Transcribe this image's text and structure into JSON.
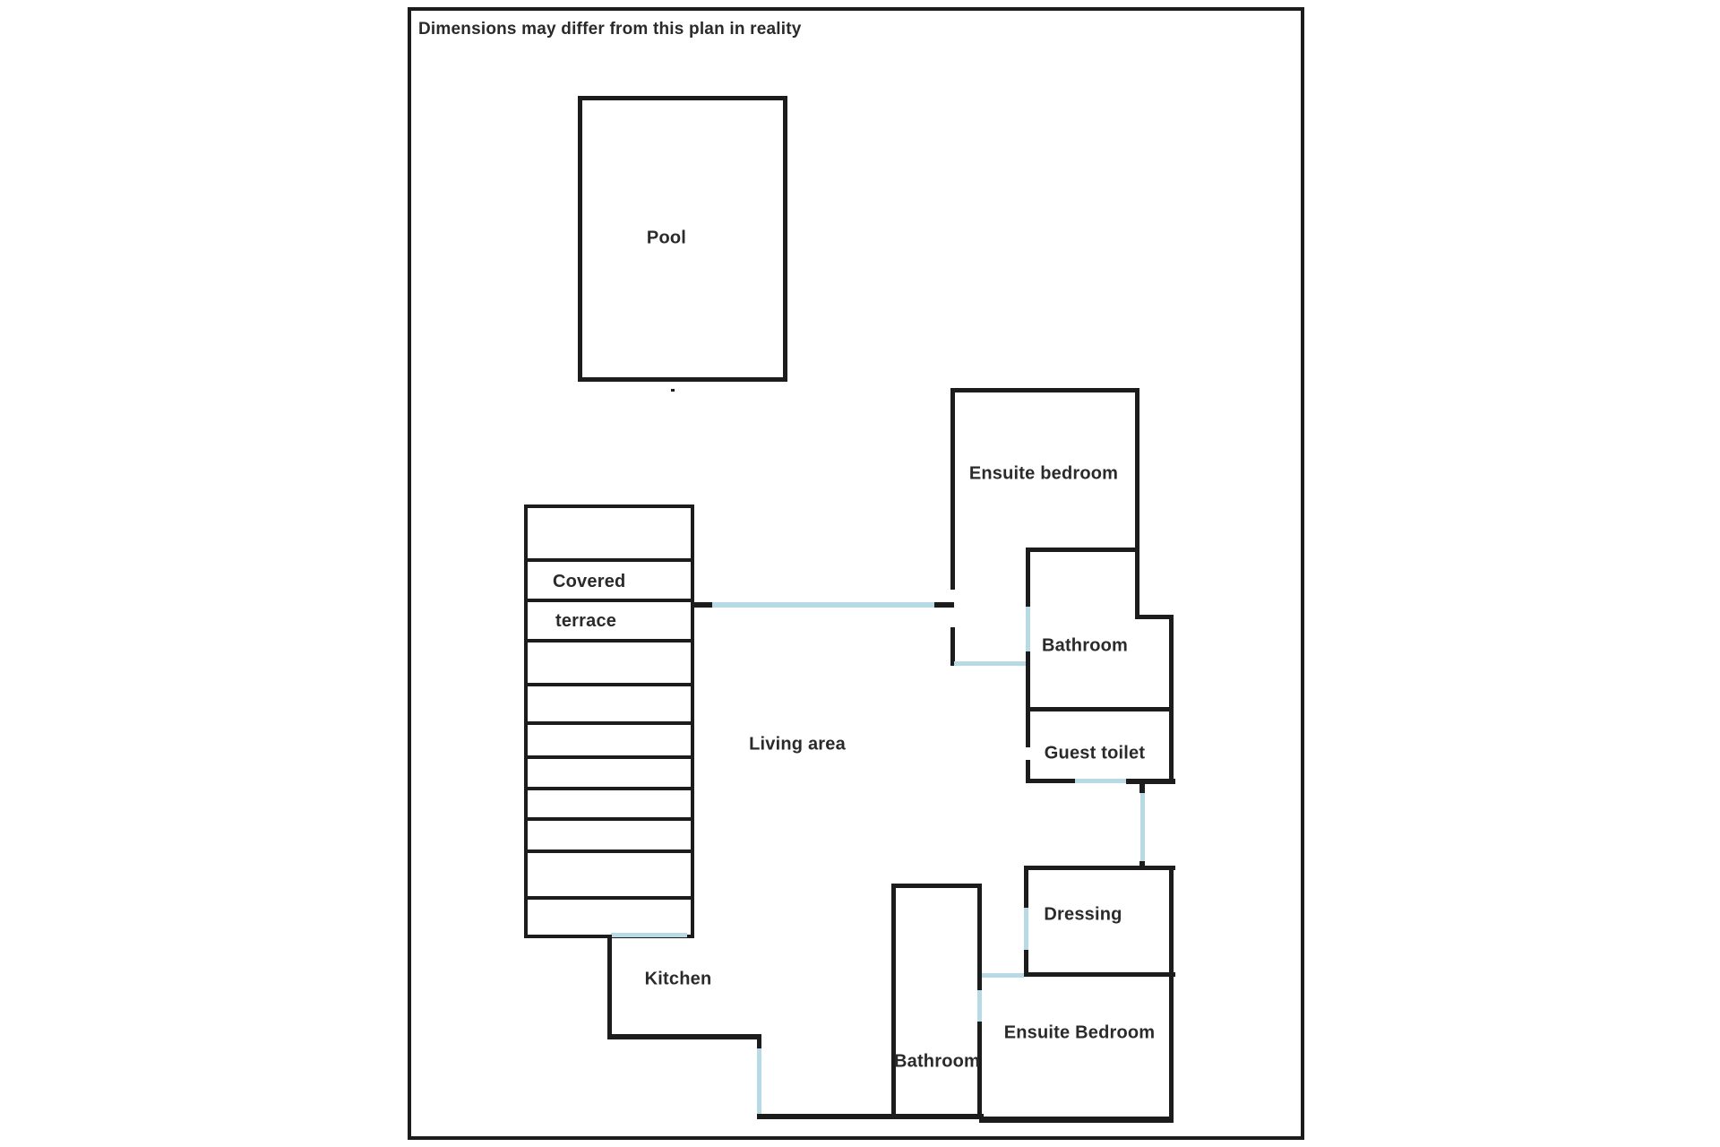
{
  "disclaimer": "Dimensions may differ from this plan in reality",
  "rooms": {
    "pool": "Pool",
    "covered_terrace_line1": "Covered",
    "covered_terrace_line2": "terrace",
    "living_area": "Living area",
    "kitchen": "Kitchen",
    "ensuite_bedroom_top": "Ensuite bedroom",
    "bathroom_top": "Bathroom",
    "guest_toilet": "Guest toilet",
    "dressing": "Dressing",
    "ensuite_bedroom_bottom": "Ensuite Bedroom",
    "bathroom_bottom": "Bathroom"
  },
  "colors": {
    "wall": "#1c1c1c",
    "opening": "#b8dae4",
    "text": "#2a2a2a",
    "background": "#ffffff"
  }
}
